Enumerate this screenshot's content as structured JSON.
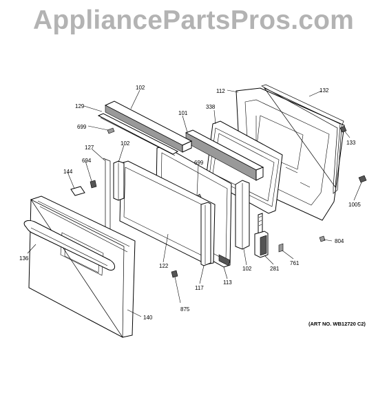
{
  "watermark": "AppliancePartsPros.com",
  "art_number": "(ART NO. WB12720 C2)",
  "callouts": {
    "c102a": "102",
    "c129": "129",
    "c699a": "699",
    "c127": "127",
    "c102b": "102",
    "c694": "694",
    "c144": "144",
    "c136": "136",
    "c140": "140",
    "c122": "122",
    "c875": "875",
    "c117": "117",
    "c113": "113",
    "c699b": "699",
    "c101": "101",
    "c338": "338",
    "c112": "112",
    "c132": "132",
    "c133": "133",
    "c1005": "1005",
    "c804": "804",
    "c761": "761",
    "c281": "281",
    "c102c": "102"
  }
}
